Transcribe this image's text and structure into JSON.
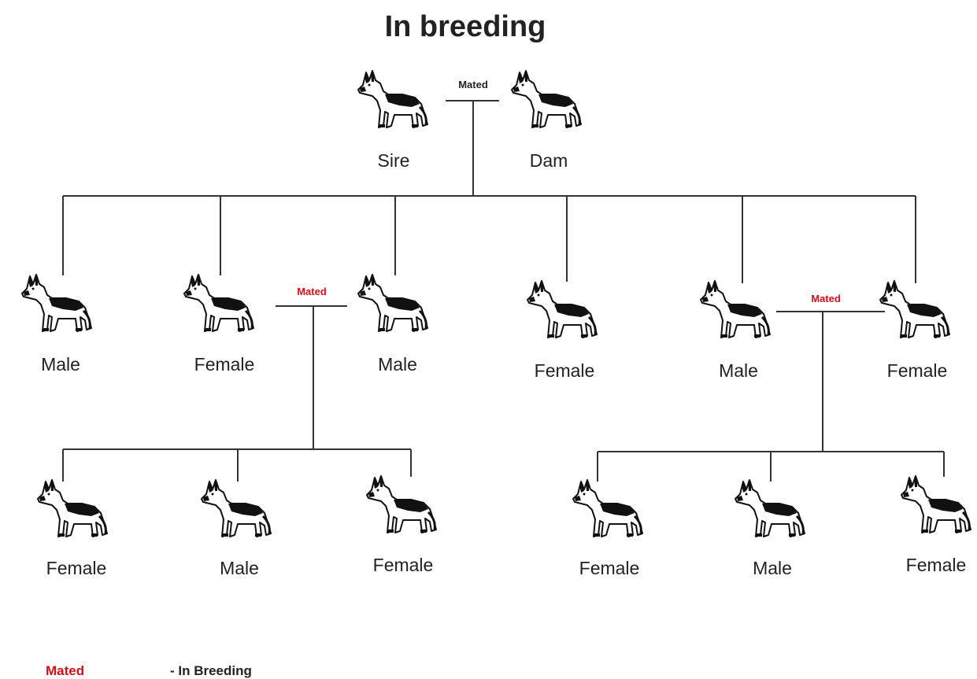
{
  "title": "In breeding",
  "parents": {
    "sire_label": "Sire",
    "dam_label": "Dam",
    "mated_label": "Mated"
  },
  "generation1": [
    {
      "label": "Male"
    },
    {
      "label": "Female"
    },
    {
      "label": "Male"
    },
    {
      "label": "Female"
    },
    {
      "label": "Male"
    },
    {
      "label": "Female"
    }
  ],
  "inbreeding_pairs": [
    {
      "mated_label": "Mated"
    },
    {
      "mated_label": "Mated"
    }
  ],
  "generation2_left": [
    {
      "label": "Female"
    },
    {
      "label": "Male"
    },
    {
      "label": "Female"
    }
  ],
  "generation2_right": [
    {
      "label": "Female"
    },
    {
      "label": "Male"
    },
    {
      "label": "Female"
    }
  ],
  "legend": {
    "marker": "Mated",
    "text": "- In Breeding"
  },
  "colors": {
    "inbreeding_mark": "#d0101a",
    "lines": "#333333"
  },
  "icons": {
    "dog": "german-shepherd-dog-icon"
  }
}
